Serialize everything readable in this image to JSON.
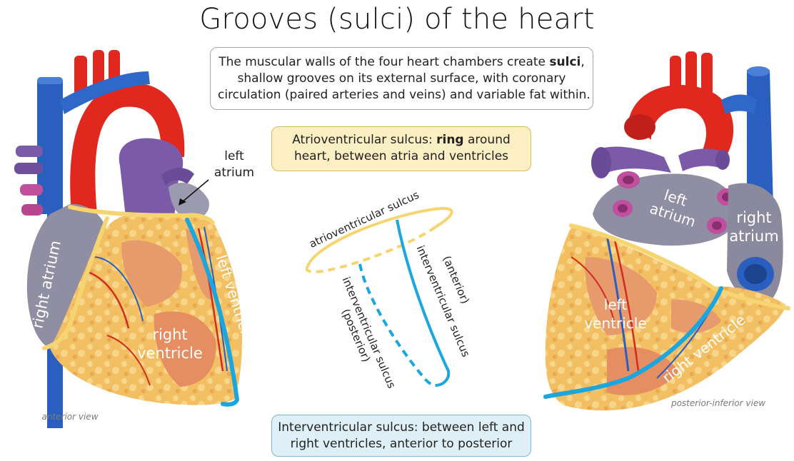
{
  "title": "Grooves (sulci) of the heart",
  "intro": {
    "line1_pre": "The muscular walls of the four heart chambers create ",
    "line1_em": "sulci",
    "line1_post": ",",
    "line2": "shallow grooves on its external surface, with coronary",
    "line3": "circulation (paired arteries and veins) and variable fat within."
  },
  "av_box": {
    "line1_pre": "Atrioventricular sulcus: ",
    "line1_em": "ring",
    "line1_post": " around",
    "line2": "heart, between atria and ventricles"
  },
  "iv_box": {
    "line1": "Interventricular sulcus: between left and",
    "line2": "right ventricles, anterior to posterior"
  },
  "anterior": {
    "left_atrium_1": "left",
    "left_atrium_2": "atrium",
    "right_atrium": "right atrium",
    "left_ventricle": "left ventricle",
    "right_ventricle_1": "right",
    "right_ventricle_2": "ventricle",
    "caption": "anterior view"
  },
  "posterior": {
    "left_atrium_1": "left",
    "left_atrium_2": "atrium",
    "right_atrium_1": "right",
    "right_atrium_2": "atrium",
    "left_ventricle_1": "left",
    "left_ventricle_2": "ventricle",
    "right_ventricle": "right ventricle",
    "caption": "posterior-inferior view"
  },
  "schematic": {
    "av_label": "atrioventricular sulcus",
    "anterior_1": "(anterior)",
    "anterior_2": "interventricular sulcus",
    "posterior_1": "interventricular sulcus",
    "posterior_2": "(posterior)"
  },
  "colors": {
    "av_sulcus": "#f6d570",
    "iv_sulcus": "#1aa6de",
    "aorta": "#e0281e",
    "vena_cava": "#2a5fc0",
    "pulmonary": "#7b5aa8",
    "muscle": "#e79a6c",
    "fat": "#f4c46a",
    "atrium": "#8f8ea3"
  }
}
